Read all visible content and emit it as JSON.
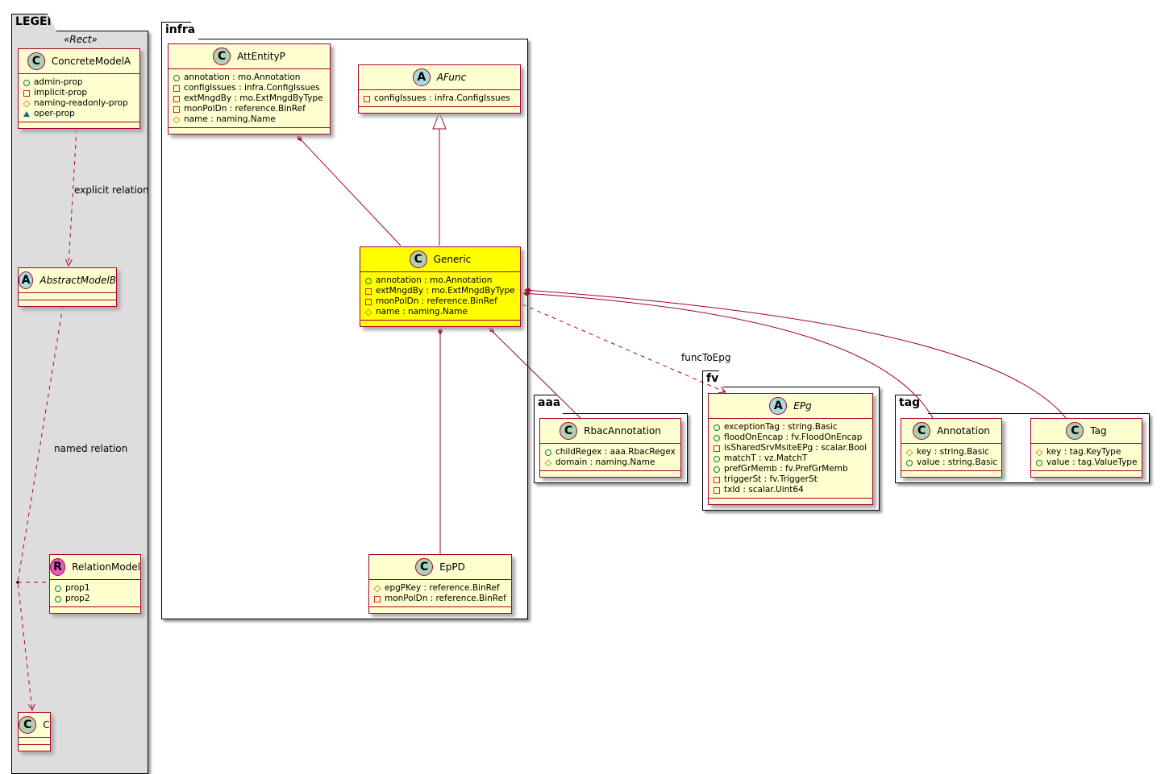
{
  "packages": [
    {
      "id": "legend",
      "name": "LEGEND"
    },
    {
      "id": "infra",
      "name": "infra"
    },
    {
      "id": "aaa",
      "name": "aaa"
    },
    {
      "id": "fv",
      "name": "fv"
    },
    {
      "id": "tag",
      "name": "tag"
    }
  ],
  "legend_stereotype": "«Rect»",
  "classes": [
    {
      "id": "ConcreteModelA",
      "kind": "C",
      "badge_color": "#add1b2",
      "name": "ConcreteModelA",
      "attrs": [
        [
          "public",
          "admin-prop"
        ],
        [
          "private",
          "implicit-prop"
        ],
        [
          "protected",
          "naming-readonly-prop"
        ],
        [
          "package",
          "oper-prop"
        ]
      ]
    },
    {
      "id": "AbstractModelB",
      "kind": "A",
      "badge_color": "#a9dcdf",
      "name": "AbstractModelB",
      "italic": true,
      "attrs": []
    },
    {
      "id": "RelationModel",
      "kind": "R",
      "badge_color": "#e35ac8",
      "name": "RelationModel",
      "attrs": [
        [
          "public",
          "prop1"
        ],
        [
          "public",
          "prop2"
        ]
      ]
    },
    {
      "id": "C",
      "kind": "C",
      "badge_color": "#add1b2",
      "name": "C",
      "attrs": []
    },
    {
      "id": "AttEntityP",
      "kind": "C",
      "badge_color": "#add1b2",
      "name": "AttEntityP",
      "attrs": [
        [
          "public",
          "annotation : mo.Annotation"
        ],
        [
          "private",
          "configIssues : infra.ConfigIssues"
        ],
        [
          "private",
          "extMngdBy : mo.ExtMngdByType"
        ],
        [
          "private",
          "monPolDn : reference.BinRef"
        ],
        [
          "protected",
          "name : naming.Name"
        ]
      ]
    },
    {
      "id": "AFunc",
      "kind": "A",
      "badge_color": "#a9dcdf",
      "name": "AFunc",
      "italic": true,
      "attrs": [
        [
          "private",
          "configIssues : infra.ConfigIssues"
        ]
      ]
    },
    {
      "id": "Generic",
      "kind": "C",
      "badge_color": "#add1b2",
      "name": "Generic",
      "highlight": true,
      "attrs": [
        [
          "public",
          "annotation : mo.Annotation"
        ],
        [
          "private",
          "extMngdBy : mo.ExtMngdByType"
        ],
        [
          "private",
          "monPolDn : reference.BinRef"
        ],
        [
          "protected",
          "name : naming.Name"
        ]
      ]
    },
    {
      "id": "EpPD",
      "kind": "C",
      "badge_color": "#add1b2",
      "name": "EpPD",
      "attrs": [
        [
          "protected",
          "epgPKey : reference.BinRef"
        ],
        [
          "private",
          "monPolDn : reference.BinRef"
        ]
      ]
    },
    {
      "id": "RbacAnnotation",
      "kind": "C",
      "badge_color": "#add1b2",
      "name": "RbacAnnotation",
      "attrs": [
        [
          "public",
          "childRegex : aaa.RbacRegex"
        ],
        [
          "protected",
          "domain : naming.Name"
        ]
      ]
    },
    {
      "id": "EPg",
      "kind": "A",
      "badge_color": "#a9dcdf",
      "name": "EPg",
      "italic": true,
      "attrs": [
        [
          "public",
          "exceptionTag : string.Basic"
        ],
        [
          "public",
          "floodOnEncap : fv.FloodOnEncap"
        ],
        [
          "private",
          "isSharedSrvMsiteEPg : scalar.Bool"
        ],
        [
          "public",
          "matchT : vz.MatchT"
        ],
        [
          "public",
          "prefGrMemb : fv.PrefGrMemb"
        ],
        [
          "private",
          "triggerSt : fv.TriggerSt"
        ],
        [
          "private",
          "txId : scalar.Uint64"
        ]
      ]
    },
    {
      "id": "Annotation",
      "kind": "C",
      "badge_color": "#add1b2",
      "name": "Annotation",
      "attrs": [
        [
          "protected",
          "key : string.Basic"
        ],
        [
          "public",
          "value : string.Basic"
        ]
      ]
    },
    {
      "id": "Tag",
      "kind": "C",
      "badge_color": "#add1b2",
      "name": "Tag",
      "attrs": [
        [
          "protected",
          "key : tag.KeyType"
        ],
        [
          "public",
          "value : tag.ValueType"
        ]
      ]
    }
  ],
  "relations": {
    "explicit": "explicit relation",
    "named": "named relation",
    "funcToEpg": "funcToEpg"
  },
  "colors": {
    "border": "#a80036",
    "class_bg": "#fefece",
    "highlight": "#ffff00",
    "legend_bg": "#dddddd"
  }
}
